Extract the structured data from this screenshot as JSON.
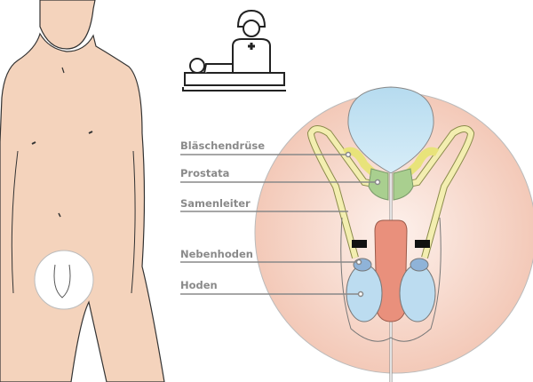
{
  "labels": [
    {
      "id": "blaeschendruese",
      "text": "Bläschendrüse"
    },
    {
      "id": "prostata",
      "text": "Prostata"
    },
    {
      "id": "samenleiter",
      "text": "Samenleiter"
    },
    {
      "id": "nebenhoden",
      "text": "Nebenhoden"
    },
    {
      "id": "hoden",
      "text": "Hoden"
    }
  ],
  "colors": {
    "skin": "#f4d3bc",
    "circle": "#f6d2c4",
    "bladder": "#bfe0f2",
    "prostate": "#a9cf8f",
    "vas": "#f3eeb0",
    "penis": "#e9907c",
    "testis": "#bcdcf0",
    "label": "#8a8a8a"
  }
}
